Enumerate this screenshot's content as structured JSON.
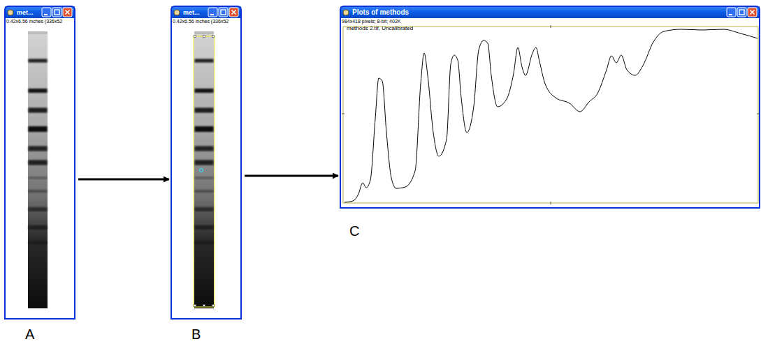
{
  "diagram": {
    "nodes": [
      {
        "text": [
          "met...",
          "0.42x6.56 inches (336x52"
        ]
      },
      {
        "text": [
          "met...",
          "0.42x6.56 inches (336x52"
        ]
      },
      {
        "text": [
          "Plots of methods",
          "984x418 pixels; 8-bit; 402K",
          "methods 2.tif, Uncalibrated"
        ]
      }
    ],
    "edges": [
      {
        "from": 0,
        "to": 1,
        "arrow": "to"
      },
      {
        "from": 1,
        "to": 2,
        "arrow": "to"
      }
    ],
    "labels": [
      "A",
      "B",
      "C"
    ]
  }
}
